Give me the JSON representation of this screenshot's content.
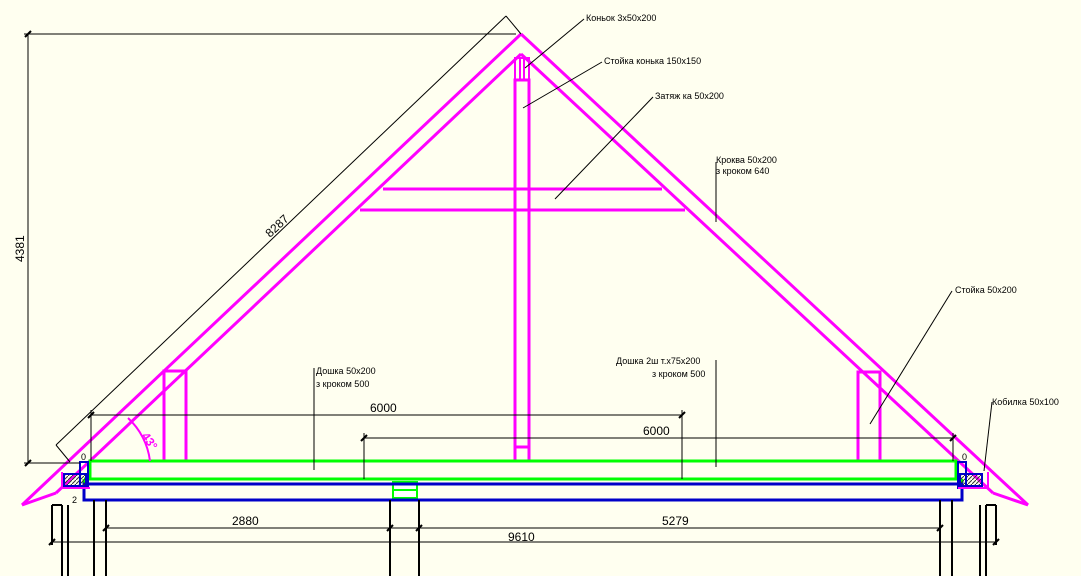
{
  "colors": {
    "background": "#fffff0",
    "rafter": "#ff00ff",
    "board": "#00ff00",
    "beam": "#0000c8",
    "wall": "#000000",
    "dimension": "#000000"
  },
  "labels": {
    "ridge": "Коньок 3х50х200",
    "ridge_post": "Стойка конька 150х150",
    "collar": "Затяж ка 50х200",
    "rafter_line1": "Кроква 50х200",
    "rafter_line2": "з кроком 640",
    "post": "Стойка 50х200",
    "board_line1": "Дошка 50х200",
    "board_line2": "з кроком 500",
    "double_board_line1": "Дошка 2ш т.х75х200",
    "double_board_line2": "з кроком 500",
    "fascia": "Кобилка 50х100"
  },
  "dimensions": {
    "height": "4381",
    "rafter_length": "8287",
    "span_left_board": "6000",
    "span_right_board": "6000",
    "left_room": "2880",
    "right_room": "5279",
    "total_width": "9610",
    "left_small_a": "0",
    "left_small_b": "2",
    "right_small": "0"
  },
  "angle": "43°"
}
